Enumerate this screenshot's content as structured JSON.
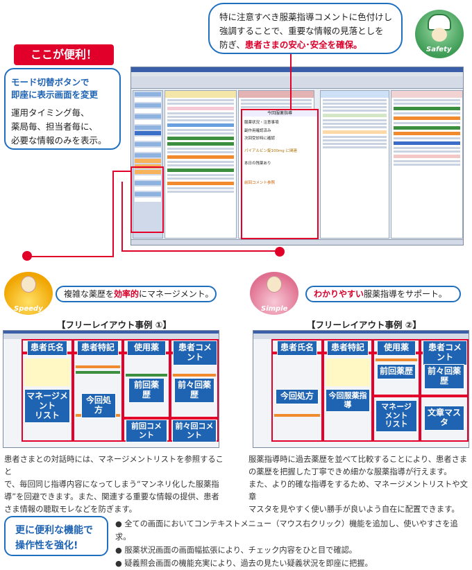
{
  "top_callout": {
    "line1": "特に注意すべき服薬指導コメントに色付けし",
    "line2": "強調することで、重要な情報の見落としを",
    "line3_plain": "防ぎ、",
    "line3_emphasis": "患者さまの安心･安全を確保。"
  },
  "safety_label": "Safety",
  "benefit": {
    "badge": "ここが便利！",
    "title1": "モード切替ボタンで",
    "title2": "即座に表示画面を変更",
    "body1": "運用タイミング毎、",
    "body2": "薬局毎、担当者毎に、",
    "body3": "必要な情報のみを表示。"
  },
  "speedy": {
    "label": "Speedy",
    "text_a": "複雑な薬歴を",
    "text_em": "効率的",
    "text_b": "にマネージメント。"
  },
  "simple": {
    "label": "Simple",
    "text_em": "わかりやすい",
    "text_b": "服薬指導をサポート。"
  },
  "layout1": {
    "caption": "【フリーレイアウト事例 ①】",
    "labels": [
      "患者氏名",
      "患者特記",
      "使用薬",
      "患者コメント",
      "マネージメント\nリスト",
      "今回処方",
      "前回薬歴",
      "前々回薬歴",
      "前回コメント",
      "前々回コメント"
    ]
  },
  "layout2": {
    "caption": "【フリーレイアウト事例 ②】",
    "labels": [
      "患者氏名",
      "患者特記",
      "使用薬",
      "患者コメント",
      "前回薬歴",
      "前々回薬歴",
      "今回処方",
      "今回服薬指導",
      "マネージメント\nリスト",
      "文章マスタ"
    ]
  },
  "para1": [
    "患者さまとの対話時には、マネージメントリストを参照すること",
    "で、毎回同じ指導内容になってしまう“マンネリ化した服薬指",
    "導”を回避できます。また、関連する重要な情報の提供、患者",
    "さま情報の聴取モレなどを防ぎます。"
  ],
  "para2": [
    "服薬指導時に過去薬歴を並べて比較することにより、患者さま",
    "の薬歴を把握した丁寧できめ細かな服薬指導が行えます。",
    "また、より的確な指導をするため、マネージメントリストや文章",
    "マスタを見やすく使い勝手が良いよう自在に配置できます。"
  ],
  "more": {
    "title1": "更に便利な機能で",
    "title2": "操作性を強化!",
    "items": [
      "全ての画面においてコンテキストメニュー（マウス右クリック）機能を追加し、使いやすさを追求。",
      "服薬状況画面の画面幅拡張により、チェック内容をひと目で確認。",
      "疑義照会画面の機能充実により、過去の見たい疑義状況を即座に把握。"
    ]
  },
  "screen_comment": {
    "title": "今回服薬指導",
    "lines": [
      "服薬状況・注意事項",
      "副作用確認済み",
      "次回受診時に確認",
      "パイアルビン錠100mg に関連",
      "本日の残薬あり",
      "前回コメント参照"
    ]
  }
}
